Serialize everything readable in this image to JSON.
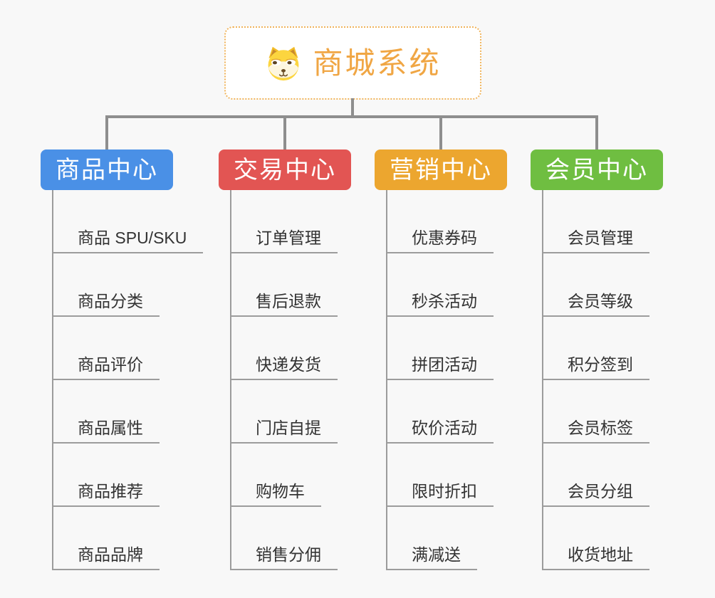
{
  "root": {
    "title": "商城系统",
    "icon": "shiba-dog-face-icon",
    "accent_color": "#F0A644",
    "border_color": "#F0B45C",
    "background": "#FFFFFF"
  },
  "branches": [
    {
      "label": "商品中心",
      "color": "#4A90E6",
      "items": [
        "商品 SPU/SKU",
        "商品分类",
        "商品评价",
        "商品属性",
        "商品推荐",
        "商品品牌"
      ]
    },
    {
      "label": "交易中心",
      "color": "#E25553",
      "items": [
        "订单管理",
        "售后退款",
        "快递发货",
        "门店自提",
        "购物车",
        "销售分佣"
      ]
    },
    {
      "label": "营销中心",
      "color": "#ECA62F",
      "items": [
        "优惠券码",
        "秒杀活动",
        "拼团活动",
        "砍价活动",
        "限时折扣",
        "满减送"
      ]
    },
    {
      "label": "会员中心",
      "color": "#6FBE41",
      "items": [
        "会员管理",
        "会员等级",
        "积分签到",
        "会员标签",
        "会员分组",
        "收货地址"
      ]
    }
  ],
  "colors": {
    "background": "#F8F8F8",
    "connector": "#8E8E8E",
    "leaf_line": "#9C9C9C",
    "leaf_text": "#333333",
    "node_text": "#FFFFFF"
  }
}
